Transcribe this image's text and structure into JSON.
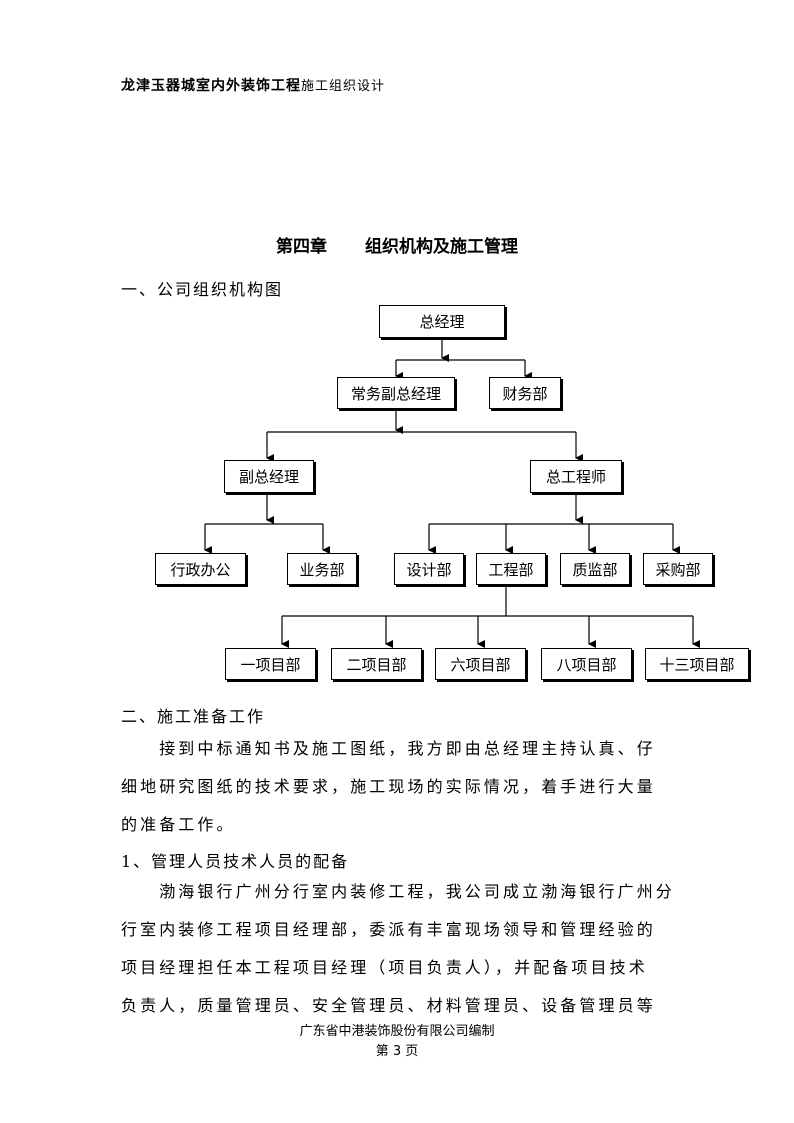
{
  "header": {
    "title_bold": "龙津玉器城室内外装饰工程",
    "title_normal": "施工组织设计"
  },
  "chapter": {
    "number": "第四章",
    "title": "组织机构及施工管理"
  },
  "section1": {
    "heading": "一、公司组织机构图"
  },
  "org_chart": {
    "general_manager": "总经理",
    "exec_deputy_gm": "常务副总经理",
    "finance": "财务部",
    "deputy_gm": "副总经理",
    "chief_engineer": "总工程师",
    "admin_office": "行政办公",
    "business_dept": "业务部",
    "design_dept": "设计部",
    "engineering_dept": "工程部",
    "quality_dept": "质监部",
    "purchasing_dept": "采购部",
    "project_1": "一项目部",
    "project_2": "二项目部",
    "project_6": "六项目部",
    "project_8": "八项目部",
    "project_13": "十三项目部"
  },
  "section2": {
    "heading": "二、施工准备工作",
    "intro_lines": [
      "　　接到中标通知书及施工图纸，我方即由总经理主持认真、仔",
      "细地研究图纸的技术要求，施工现场的实际情况，着手进行大量",
      "的准备工作。"
    ],
    "sub_heading": "1、管理人员技术人员的配备",
    "body_lines": [
      "　　渤海银行广州分行室内装修工程，我公司成立渤海银行广州分",
      "行室内装修工程项目经理部，委派有丰富现场领导和管理经验的",
      "项目经理担任本工程项目经理（项目负责人），并配备项目技术",
      "负责人，质量管理员、安全管理员、材料管理员、设备管理员等"
    ]
  },
  "footer": {
    "company": "广东省中港装饰股份有限公司编制",
    "page": "第 3 页"
  }
}
